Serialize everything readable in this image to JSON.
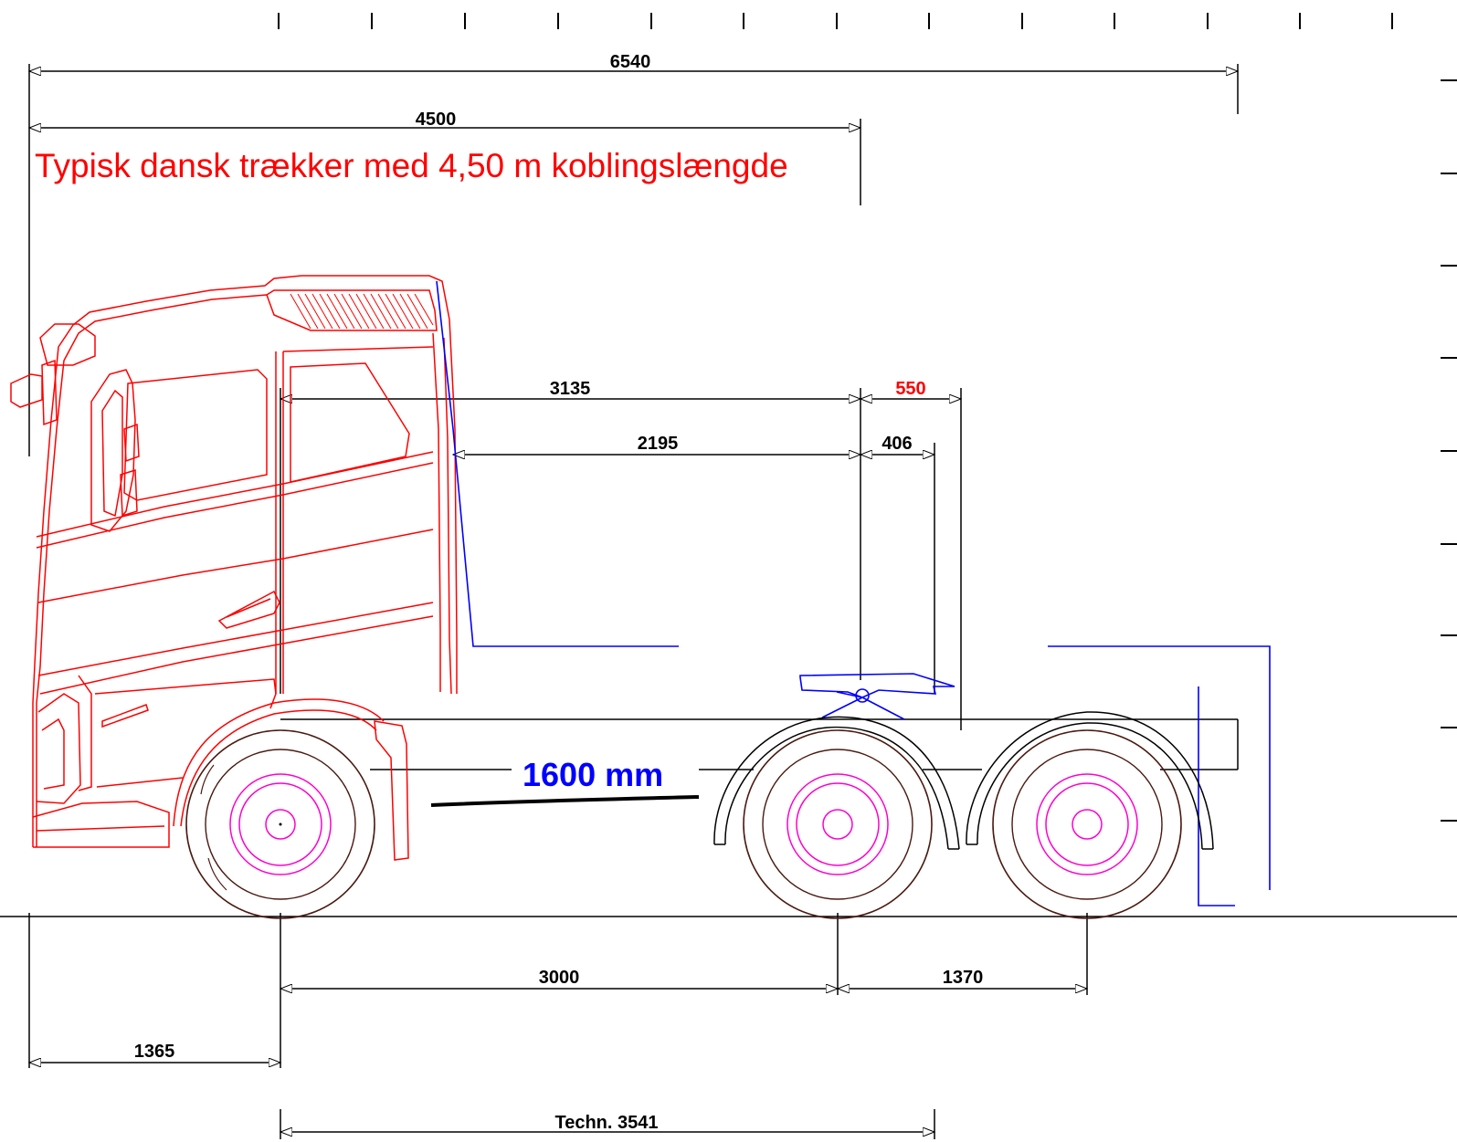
{
  "title": "Typisk dansk trækker med 4,50 m koblingslængde",
  "dimensions": {
    "overall_length": "6540",
    "coupling_length": "4500",
    "cab_to_fifth_wheel": "3135",
    "fifth_wheel_offset": "550",
    "cab_back_to_fifth_wheel": "2195",
    "fifth_wheel_offset_2": "406",
    "wheelbase_front": "3000",
    "tandem_spacing": "1370",
    "front_overhang": "1365",
    "technical_wheelbase": "Techn. 3541"
  },
  "annotation": "1600 mm",
  "colors": {
    "cab_outline": "#ff0000",
    "chassis": "#000000",
    "hubs": "#ff00cc",
    "tyres": "#4a1a10",
    "fifth_wheel_and_guides": "#0000ff",
    "highlight_dimension": "#ff0000"
  }
}
